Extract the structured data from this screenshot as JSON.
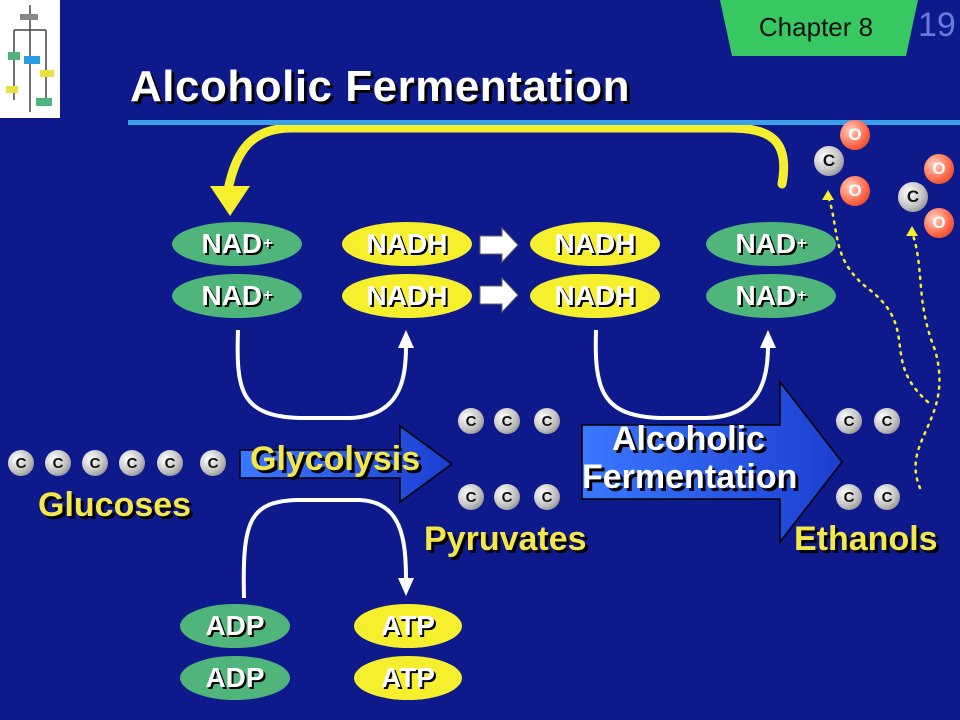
{
  "slide": {
    "title": "Alcoholic Fermentation",
    "chapter": "Chapter 8",
    "slide_number": "19"
  },
  "cofactors": {
    "nad_plus": "NAD",
    "plus_sign": "+",
    "nadh": "NADH",
    "adp": "ADP",
    "atp": "ATP"
  },
  "labels": {
    "glucoses": "Glucoses",
    "glycolysis": "Glycolysis",
    "pyruvates": "Pyruvates",
    "alcoholic": "Alcoholic",
    "fermentation": "Fermentation",
    "ethanols": "Ethanols"
  },
  "atoms": {
    "carbon": "C",
    "oxygen": "O"
  },
  "colors": {
    "background": "#0e1a8c",
    "green_pill": "#4fb57a",
    "yellow_pill": "#f5ef2e",
    "arrow_fill": "#2a4fe0",
    "oxygen": "#ff6b4a",
    "chapter_tab": "#37c862"
  }
}
